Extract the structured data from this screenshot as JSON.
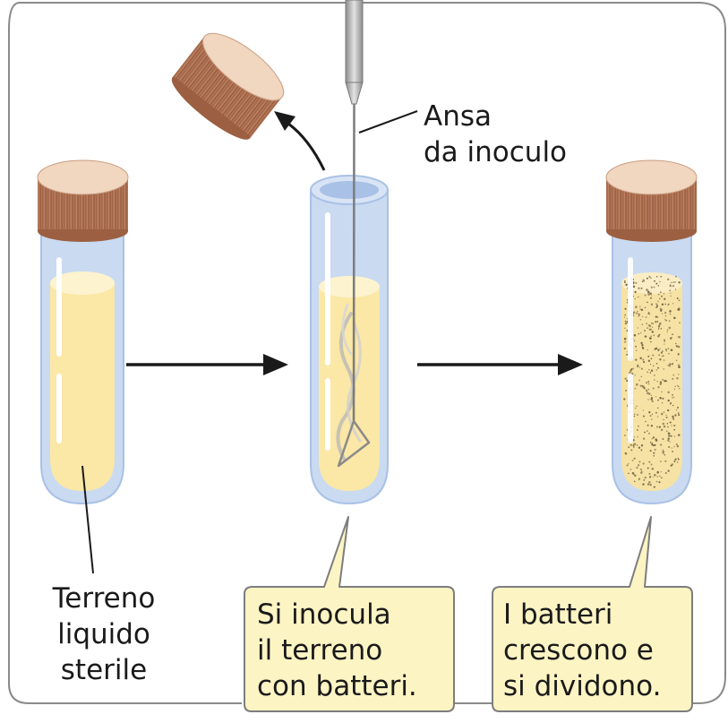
{
  "labels": {
    "loop_line1": "Ansa",
    "loop_line2": "da inoculo",
    "medium_line1": "Terreno",
    "medium_line2": "liquido",
    "medium_line3": "sterile"
  },
  "callouts": {
    "inoculate": [
      "Si inocula",
      "il terreno",
      "con batteri."
    ],
    "grow": [
      "I batteri",
      "crescono e",
      "si dividono."
    ]
  },
  "colors": {
    "frame_border": "#8a8a8a",
    "tube_glass": "#c9daf1",
    "tube_glass_edge": "#a9c1e6",
    "medium": "#fbe7a6",
    "medium_light": "#fdf3cf",
    "cap": "#c08464",
    "cap_top": "#f1d6c0",
    "callout_fill": "#fdf4c4",
    "callout_border": "#7d7d7d",
    "arrow": "#1a1a1a"
  },
  "icons": [
    "test-tube-icon",
    "screw-cap-icon",
    "inoculation-loop-icon",
    "arrow-right-icon",
    "curved-arrow-icon",
    "bacteria-dots-icon"
  ]
}
